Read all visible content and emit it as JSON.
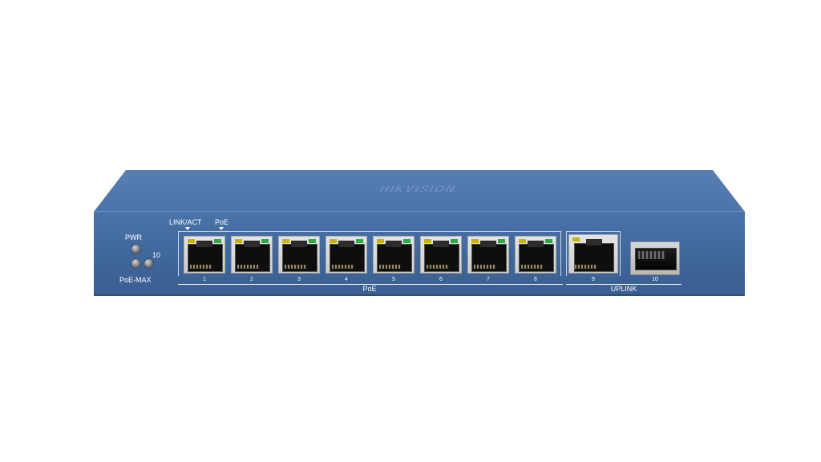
{
  "device": {
    "brand": "HIKVISION",
    "led_labels": {
      "pwr": "PWR",
      "port10": "10",
      "poe_max": "PoE-MAX"
    },
    "indicator_labels": {
      "link_act": "LINK/ACT",
      "poe": "PoE"
    },
    "poe_ports": [
      "1",
      "2",
      "3",
      "4",
      "5",
      "6",
      "7",
      "8"
    ],
    "poe_group_label": "PoE",
    "uplink_port": "9",
    "sfp_port": "10",
    "uplink_group_label": "UPLINK"
  },
  "colors": {
    "chassis": "#4a73a8",
    "link_led": "#c9b400",
    "poe_led": "#2ea84a"
  }
}
